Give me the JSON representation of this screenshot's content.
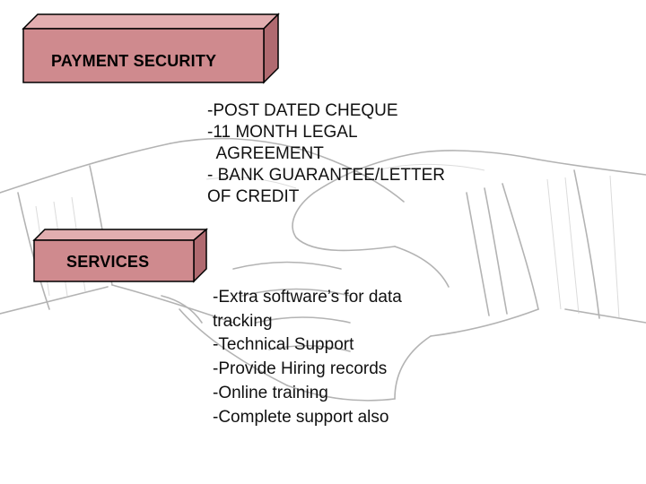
{
  "background": {
    "illustration": "handshake-sketch"
  },
  "colors": {
    "box_front": "#cf8a8e",
    "box_top": "#e2aeb0",
    "box_side": "#b06a70",
    "border": "#000000"
  },
  "payment_security": {
    "title": "PAYMENT SECURITY",
    "items": [
      "-POST DATED CHEQUE",
      "-11 MONTH LEGAL",
      "  AGREEMENT",
      "- BANK GUARANTEE/LETTER",
      "OF CREDIT"
    ]
  },
  "services": {
    "title": "SERVICES",
    "items": [
      "-Extra software’s for data",
      "tracking",
      "-Technical Support",
      "-Provide Hiring records",
      "-Online training",
      "-Complete support also"
    ]
  }
}
